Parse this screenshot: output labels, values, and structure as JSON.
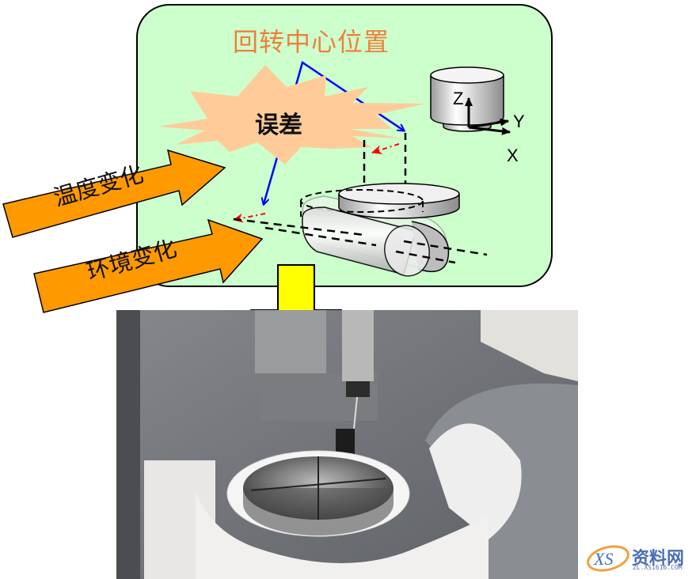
{
  "diagram": {
    "title": "回转中心位置",
    "error_burst_label": "误差",
    "input_arrows": [
      {
        "label": "温度变化",
        "color": "#ff9900"
      },
      {
        "label": "环境变化",
        "color": "#ff9900"
      }
    ],
    "axes": {
      "z": "Z",
      "y": "Y",
      "x": "X"
    },
    "colors": {
      "panel_background": "#ccffcc",
      "title": "#f07f3c",
      "burst": "#ffcc99",
      "leader_lines": "#0000ff",
      "offset_arrows": "#ff0000",
      "down_arrow": "#ffff00"
    }
  },
  "photo": {
    "subject": "five-axis machining center with tilting rotary table and touch probe"
  },
  "watermark": {
    "logo_text": "XS",
    "name": "资料网",
    "url": "ZL.XS1616.COM"
  }
}
